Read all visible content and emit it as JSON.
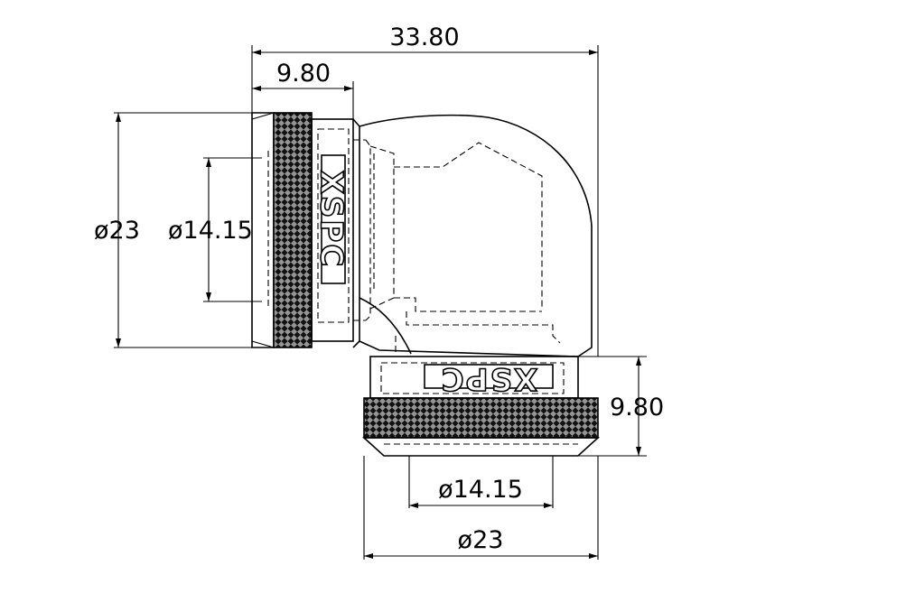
{
  "dimensions": {
    "overall_width": "33.80",
    "side_nut_length": "9.80",
    "side_outer_diameter": "ø23",
    "side_inner_diameter": "ø14.15",
    "bottom_nut_height": "9.80",
    "bottom_inner_diameter": "ø14.15",
    "bottom_outer_diameter": "ø23"
  },
  "logo": {
    "side": "XSPC",
    "bottom": "XSPC"
  }
}
